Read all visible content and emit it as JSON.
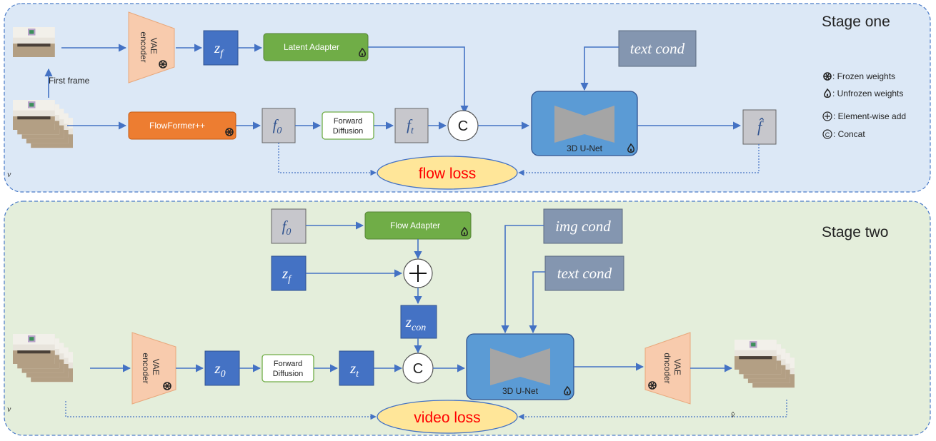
{
  "stage_one": {
    "title": "Stage one",
    "vae_encoder": [
      "VAE",
      "encoder"
    ],
    "z_f": "z",
    "z_f_sub": "f",
    "latent_adapter": "Latent Adapter",
    "text_cond": "text cond",
    "first_frame": "First frame",
    "flowformer": "FlowFormer++",
    "f_0": "f",
    "f_0_sub": "0",
    "forward_diffusion": [
      "Forward",
      "Diffusion"
    ],
    "f_t": "f",
    "f_t_sub": "t",
    "concat": "C",
    "unet": "3D U-Net",
    "f_hat": "f̂",
    "v_label": "v",
    "loss": "flow loss"
  },
  "legend": {
    "frozen": ": Frozen weights",
    "unfrozen": ": Unfrozen weights",
    "add": ": Element-wise add",
    "concat": ": Concat",
    "concat_symbol": "C"
  },
  "stage_two": {
    "title": "Stage two",
    "f_0": "f",
    "f_0_sub": "0",
    "flow_adapter": "Flow Adapter",
    "z_f": "z",
    "z_f_sub": "f",
    "img_cond": "img cond",
    "text_cond": "text cond",
    "z_con": "z",
    "z_con_sub": "con",
    "vae_encoder": [
      "VAE",
      "encoder"
    ],
    "z_0": "z",
    "z_0_sub": "0",
    "forward_diffusion": [
      "Forward",
      "Diffusion"
    ],
    "z_t": "z",
    "z_t_sub": "t",
    "concat": "C",
    "unet": "3D U-Net",
    "vae_decoder": [
      "VAE",
      "dncoder"
    ],
    "v_label": "v",
    "v_hat_label": "v̂",
    "loss": "video loss"
  },
  "colors": {
    "stage_one_bg": "#dce8f6",
    "stage_two_bg": "#e4eedb",
    "border": "#4a7bc8",
    "dark_blue": "#4472c4",
    "gray": "#c7c7cc",
    "slate": "#8496b0",
    "green": "#70ad47",
    "orange": "#ed7d31",
    "peach": "#f8cbad",
    "unet": "#5b9bd5",
    "loss_fill": "#ffe699",
    "loss_text": "#ff0000"
  }
}
